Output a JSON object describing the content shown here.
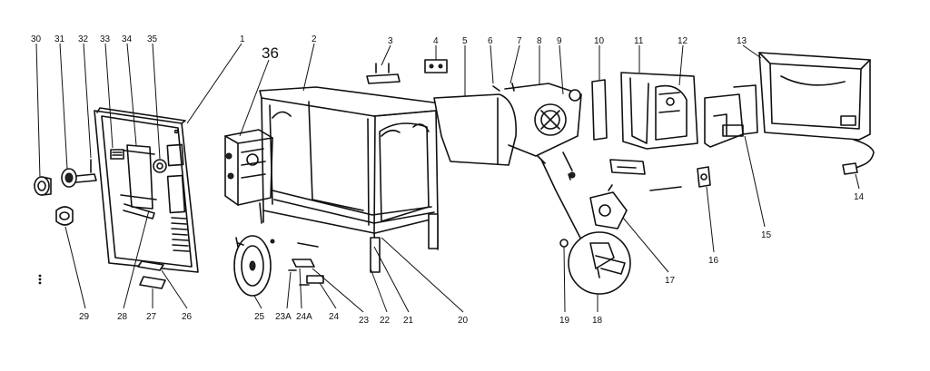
{
  "callouts": [
    {
      "id": "c30",
      "text": "30"
    },
    {
      "id": "c31",
      "text": "31"
    },
    {
      "id": "c32",
      "text": "32"
    },
    {
      "id": "c33",
      "text": "33"
    },
    {
      "id": "c34",
      "text": "34"
    },
    {
      "id": "c35",
      "text": "35"
    },
    {
      "id": "c1",
      "text": "1"
    },
    {
      "id": "c36",
      "text": "36"
    },
    {
      "id": "c2",
      "text": "2"
    },
    {
      "id": "c3",
      "text": "3"
    },
    {
      "id": "c4",
      "text": "4"
    },
    {
      "id": "c5",
      "text": "5"
    },
    {
      "id": "c6",
      "text": "6"
    },
    {
      "id": "c7",
      "text": "7"
    },
    {
      "id": "c8",
      "text": "8"
    },
    {
      "id": "c9",
      "text": "9"
    },
    {
      "id": "c10",
      "text": "10"
    },
    {
      "id": "c11",
      "text": "11"
    },
    {
      "id": "c12",
      "text": "12"
    },
    {
      "id": "c13",
      "text": "13"
    },
    {
      "id": "c14",
      "text": "14"
    },
    {
      "id": "c15",
      "text": "15"
    },
    {
      "id": "c16",
      "text": "16"
    },
    {
      "id": "c17",
      "text": "17"
    },
    {
      "id": "c18",
      "text": "18"
    },
    {
      "id": "c19",
      "text": "19"
    },
    {
      "id": "c20",
      "text": "20"
    },
    {
      "id": "c21",
      "text": "21"
    },
    {
      "id": "c22",
      "text": "22"
    },
    {
      "id": "c23",
      "text": "23"
    },
    {
      "id": "c23A",
      "text": "23A"
    },
    {
      "id": "c24A",
      "text": "24A"
    },
    {
      "id": "c24",
      "text": "24"
    },
    {
      "id": "c25",
      "text": "25"
    },
    {
      "id": "c26",
      "text": "26"
    },
    {
      "id": "c27",
      "text": "27"
    },
    {
      "id": "c28",
      "text": "28"
    },
    {
      "id": "c29",
      "text": "29"
    }
  ]
}
